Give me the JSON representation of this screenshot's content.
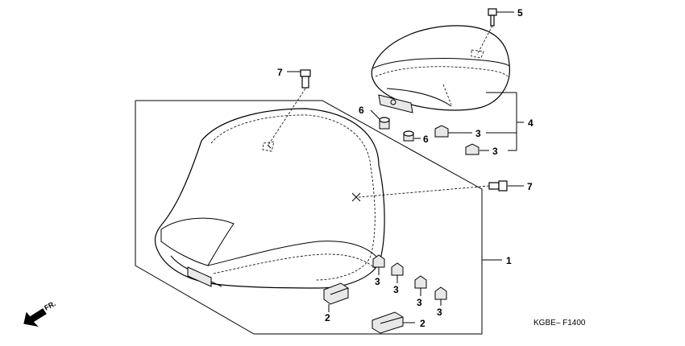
{
  "diagram": {
    "callouts": {
      "c1": "1",
      "c2a": "2",
      "c2b": "2",
      "c3a": "3",
      "c3b": "3",
      "c3c": "3",
      "c3d": "3",
      "c3e": "3",
      "c3f": "3",
      "c4": "4",
      "c5": "5",
      "c6a": "6",
      "c6b": "6",
      "c7a": "7",
      "c7b": "7"
    },
    "direction_label": "FR.",
    "figure_code": "KGBE– F1400"
  }
}
